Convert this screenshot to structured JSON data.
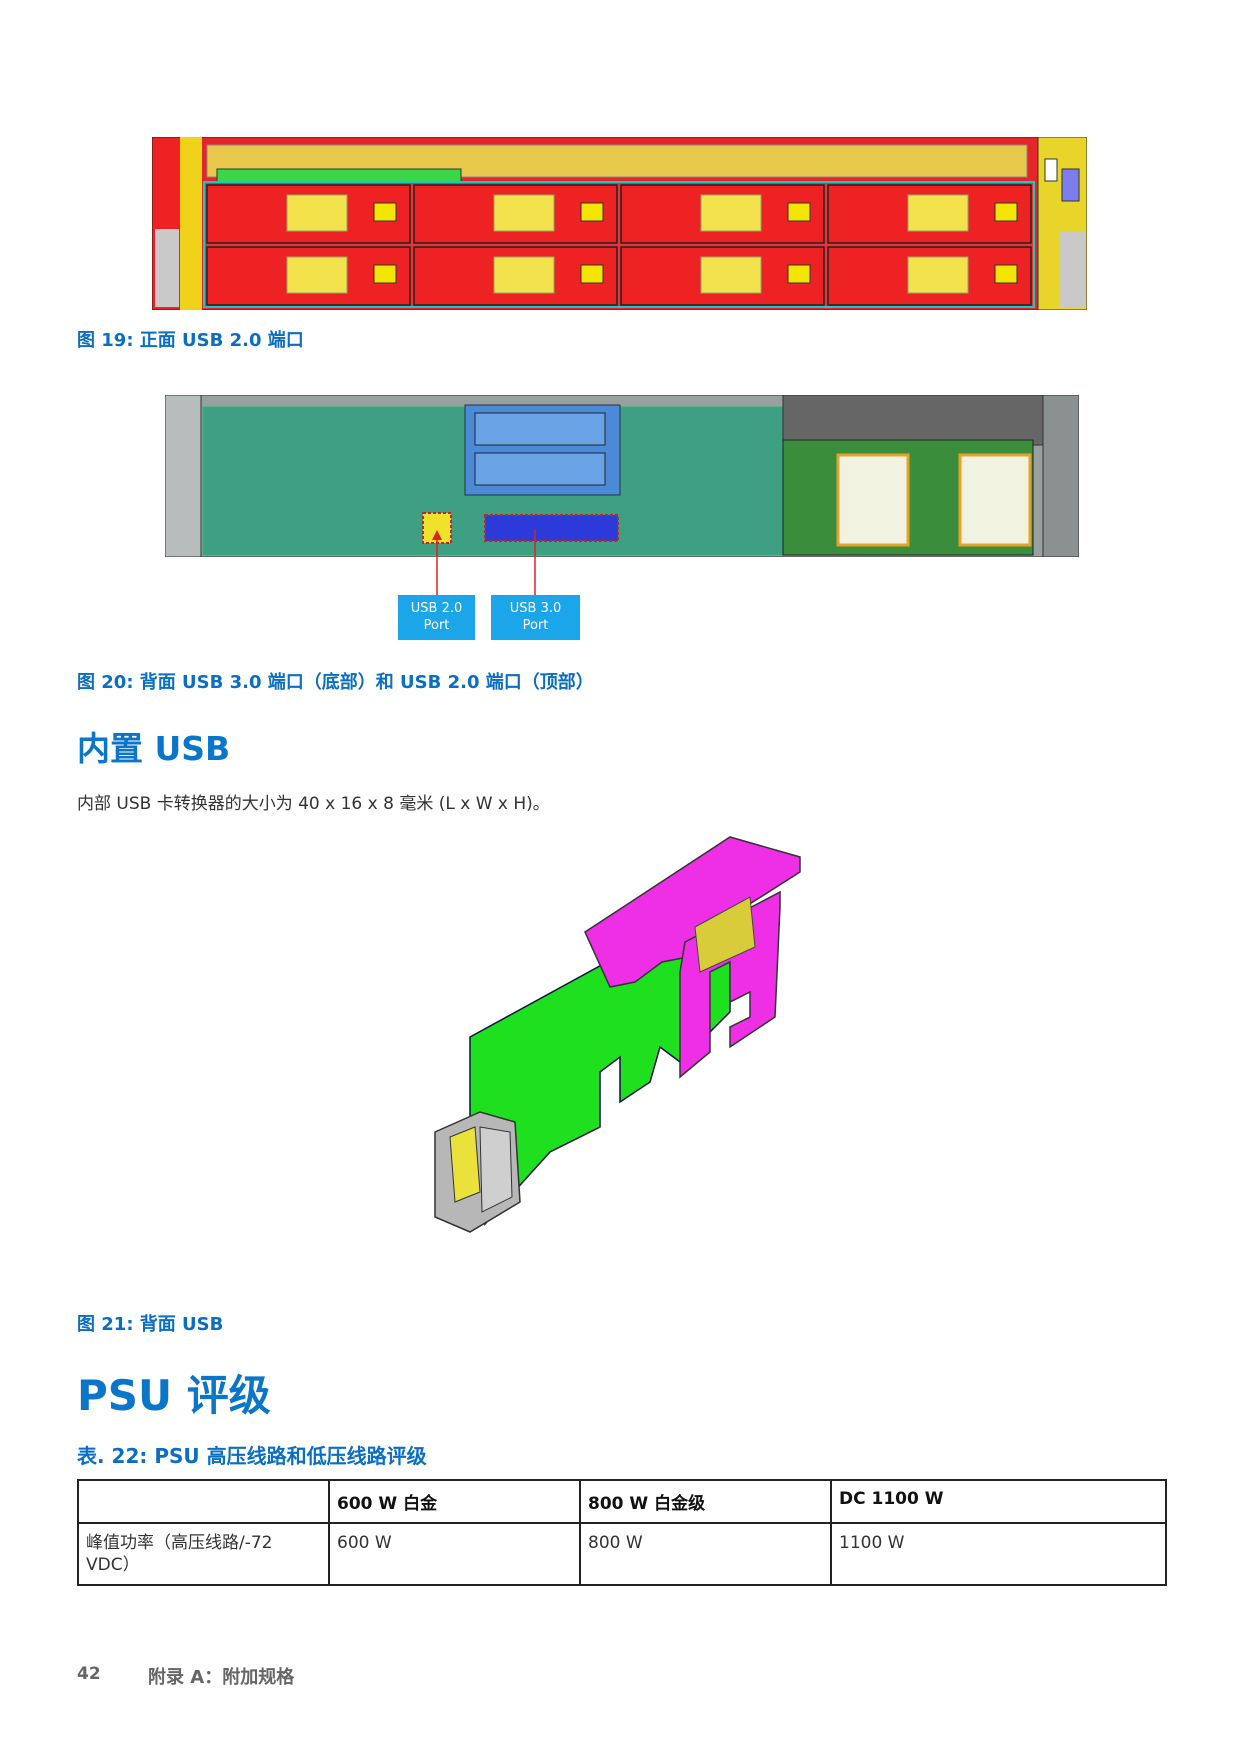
{
  "figures": {
    "fig19_caption": "图 19: 正面 USB 2.0 端口",
    "fig20_caption": "图 20: 背面 USB 3.0 端口（底部）和 USB 2.0 端口（顶部）",
    "fig20_callouts": {
      "usb2_line1": "USB 2.0",
      "usb2_line2": "Port",
      "usb3_line1": "USB 3.0",
      "usb3_line2": "Port"
    },
    "fig21_caption": "图 21: 背面 USB"
  },
  "section_internal_usb": {
    "heading": "内置 USB",
    "text": "内部 USB 卡转换器的大小为 40 x 16 x 8 毫米 (L x W x H)。"
  },
  "section_psu": {
    "heading": "PSU 评级",
    "table_title": "表. 22: PSU 高压线路和低压线路评级",
    "columns": [
      "",
      "600 W 白金",
      "800 W 白金级",
      "DC 1100 W"
    ],
    "rows": [
      [
        "峰值功率（高压线路/-72 VDC）",
        "600 W",
        "800 W",
        "1100 W"
      ]
    ]
  },
  "footer": {
    "page_number": "42",
    "chapter": "附录 A：附加规格"
  },
  "colors": {
    "accent_blue": "#0a76c9",
    "callout_blue": "#1aa6e8"
  }
}
